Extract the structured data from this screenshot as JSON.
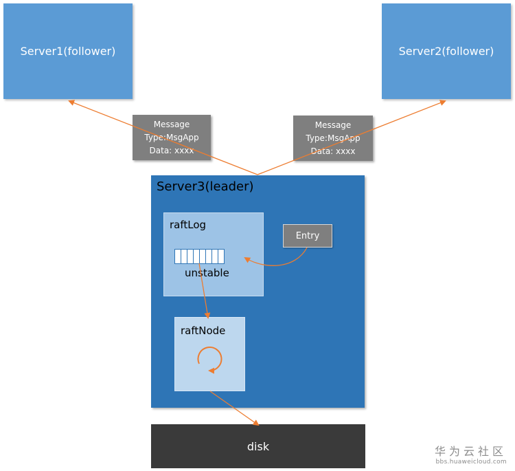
{
  "servers": {
    "follower1": "Server1(follower)",
    "follower2": "Server2(follower)",
    "leader": "Server3(leader)"
  },
  "messages": [
    {
      "line1": "Message",
      "line2": "Type:MsgApp",
      "line3": "Data: xxxx"
    },
    {
      "line1": "Message",
      "line2": "Type:MsgApp",
      "line3": "Data: xxxx"
    }
  ],
  "raftlog": {
    "title": "raftLog",
    "unstable": "unstable",
    "cell_count": 8
  },
  "raftnode": {
    "title": "raftNode"
  },
  "entry": "Entry",
  "disk": "disk",
  "watermark": {
    "main": "华为云社区",
    "sub": "bbs.huaweicloud.com"
  },
  "colors": {
    "follower": "#5b9bd5",
    "leader": "#2e75b6",
    "raftlog": "#9dc3e6",
    "raftnode": "#bdd7ee",
    "message": "#7f7f7f",
    "disk": "#3a3a3a",
    "arrow": "#ed7d31"
  }
}
